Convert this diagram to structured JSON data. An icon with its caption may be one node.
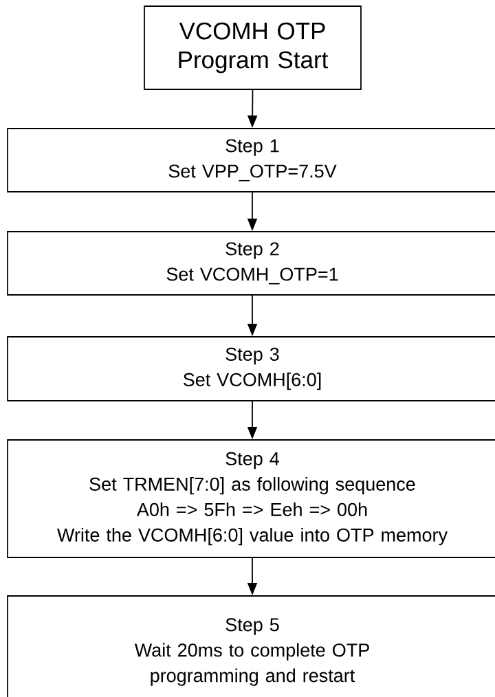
{
  "diagram": {
    "nodes": [
      {
        "text": [
          "VCOMH OTP Program Start"
        ]
      },
      {
        "text": [
          "Step 1",
          "Set VPP_OTP=7.5V"
        ]
      },
      {
        "text": [
          "Step 2",
          "Set VCOMH_OTP=1"
        ]
      },
      {
        "text": [
          "Step 3",
          "Set VCOMH[6:0]"
        ]
      },
      {
        "text": [
          "Step 4",
          "Set TRMEN[7:0] as following sequence",
          "A0h => 5Fh => Eeh => 00h",
          "Write the VCOMH[6:0] value into OTP memory"
        ]
      },
      {
        "text": [
          "Step 5",
          "Wait 20ms to complete OTP programming and restart"
        ]
      }
    ],
    "edges": [
      {
        "from": 0,
        "to": 1,
        "arrow": "to"
      },
      {
        "from": 1,
        "to": 2,
        "arrow": "to"
      },
      {
        "from": 2,
        "to": 3,
        "arrow": "to"
      },
      {
        "from": 3,
        "to": 4,
        "arrow": "to"
      },
      {
        "from": 4,
        "to": 5,
        "arrow": "to"
      }
    ]
  }
}
